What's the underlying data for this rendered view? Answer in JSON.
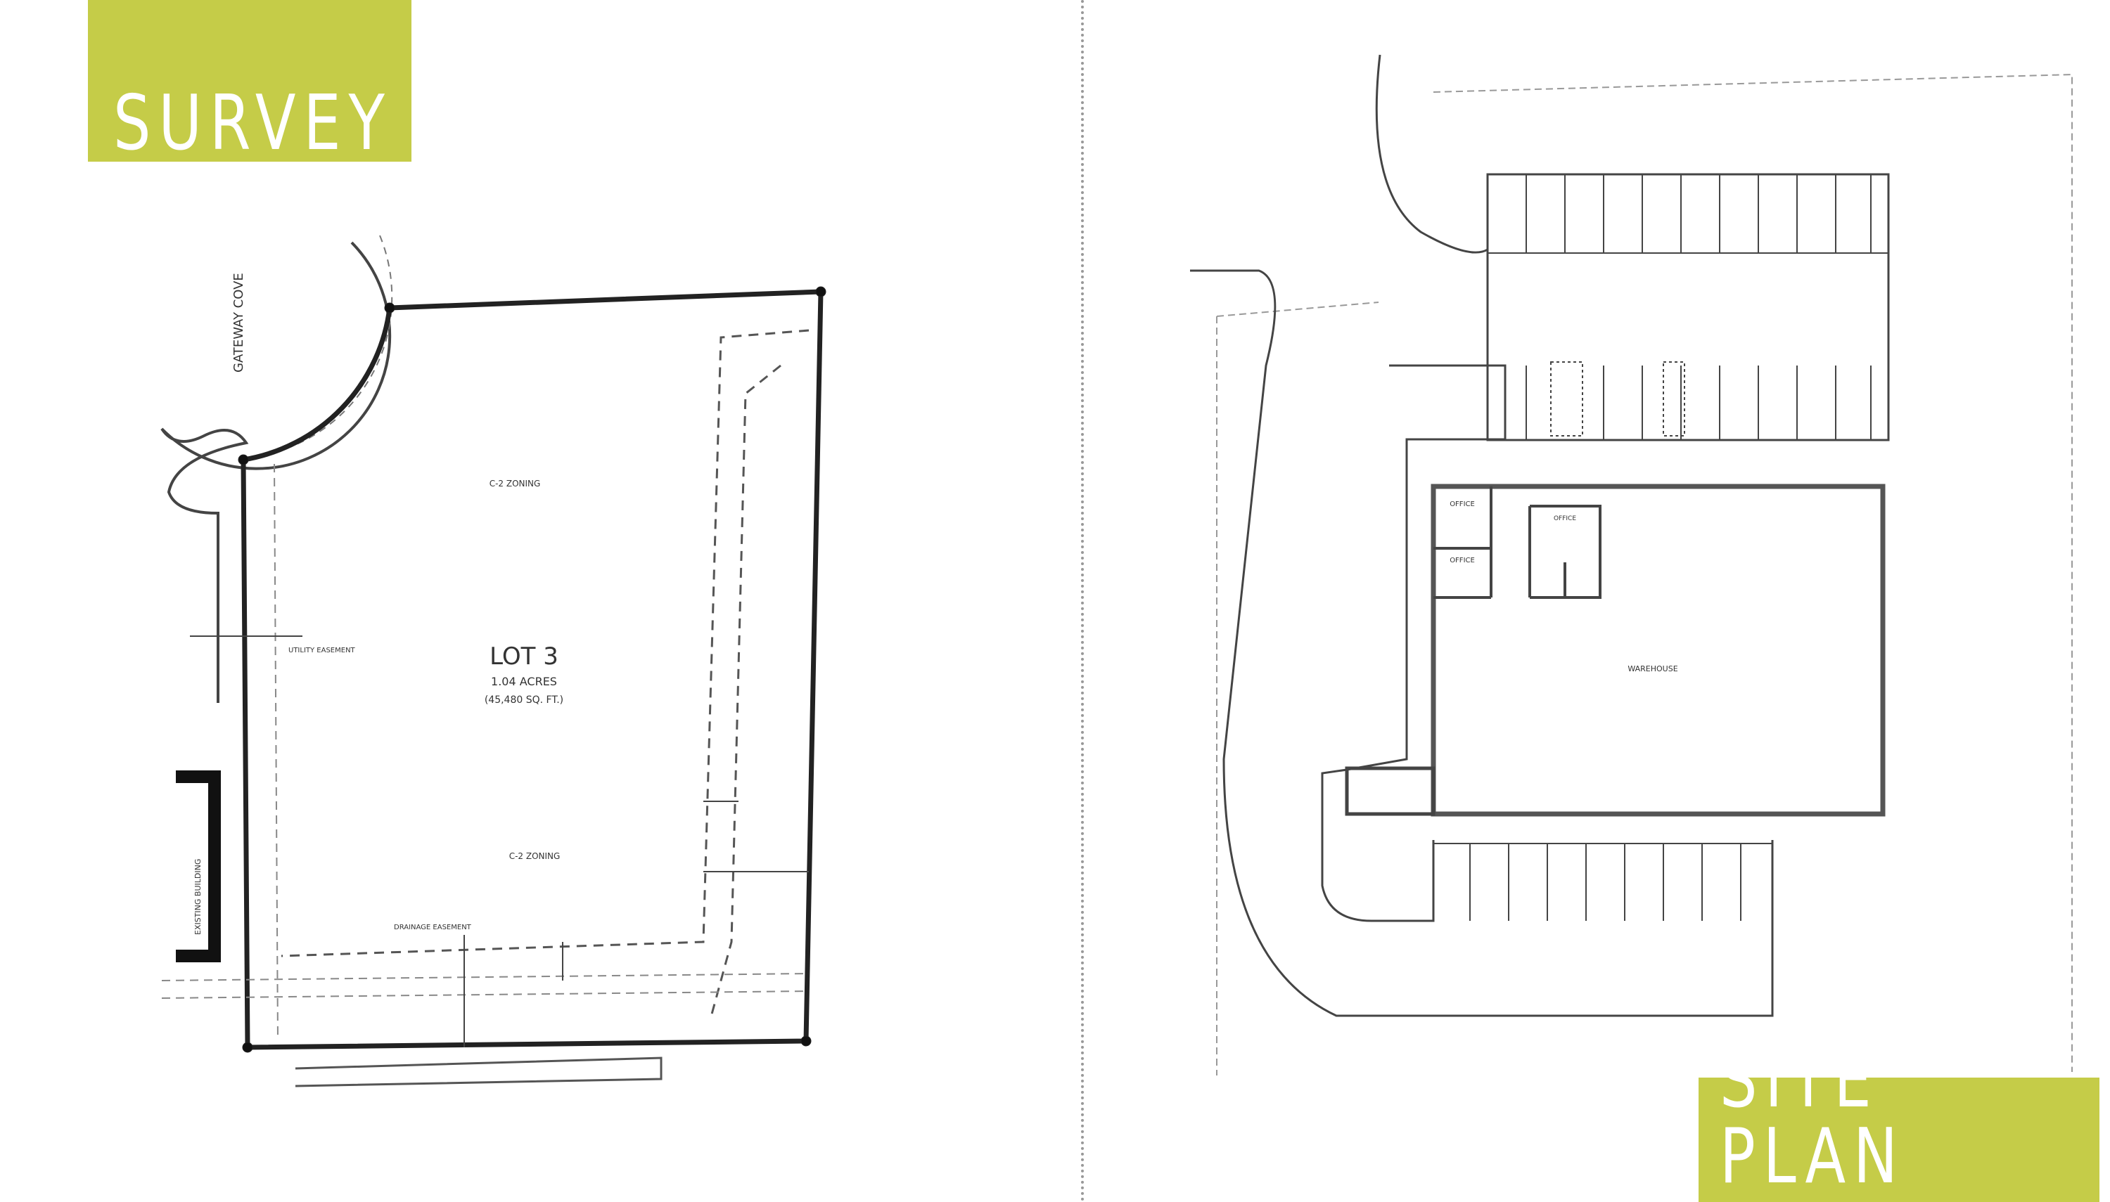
{
  "banners": {
    "survey": "SURVEY",
    "site_plan": "SITE PLAN"
  },
  "colors": {
    "banner": "#c5cc48",
    "line": "#222222"
  },
  "survey": {
    "lot_label": "LOT 3",
    "acres": "1.04 ACRES",
    "area_sqft": "(45,480 SQ. FT.)",
    "zoning_top": "C-2 ZONING",
    "zoning_bottom": "C-2 ZONING",
    "street": "GATEWAY COVE",
    "existing_building": "EXISTING BUILDING",
    "utility_easement": "UTILITY EASEMENT",
    "drainage_easement": "DRAINAGE EASEMENT"
  },
  "site_plan": {
    "office_1": "OFFICE",
    "office_2": "OFFICE",
    "office_3": "OFFICE",
    "warehouse": "WAREHOUSE"
  }
}
